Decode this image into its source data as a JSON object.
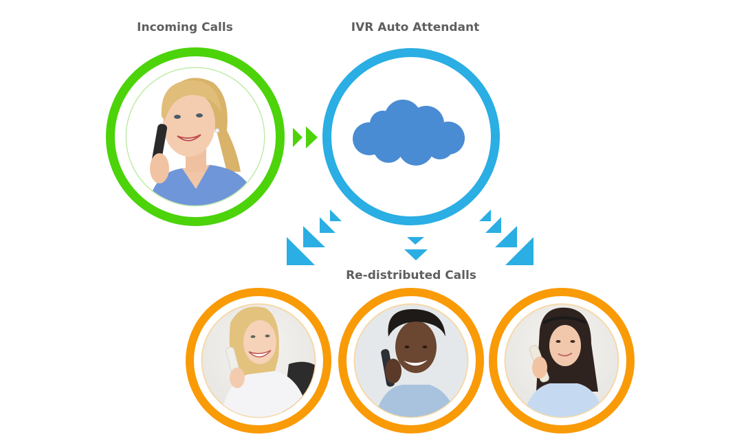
{
  "diagram": {
    "title_incoming": "Incoming Calls",
    "title_ivr": "IVR Auto Attendant",
    "title_redistributed": "Re-distributed Calls",
    "nodes": {
      "incoming": {
        "role": "caller",
        "icon": "woman-on-phone-photo",
        "ring_color": "#4cd30a"
      },
      "ivr": {
        "role": "ivr-auto-attendant",
        "icon": "cloud-icon",
        "ring_color": "#2aaee3",
        "cloud_color": "#4a8cd3"
      },
      "agents": [
        {
          "role": "agent-1",
          "icon": "blonde-woman-on-phone-photo"
        },
        {
          "role": "agent-2",
          "icon": "man-on-phone-photo"
        },
        {
          "role": "agent-3",
          "icon": "brunette-woman-on-phone-photo"
        }
      ],
      "agent_ring_color": "#f99a07"
    },
    "arrows": {
      "incoming_to_ivr": {
        "direction": "right",
        "color": "#4cd30a"
      },
      "ivr_to_agents": {
        "directions": [
          "down-left",
          "down",
          "down-right"
        ],
        "color": "#2aaee3"
      }
    },
    "text_color": "#5f5f5f"
  }
}
